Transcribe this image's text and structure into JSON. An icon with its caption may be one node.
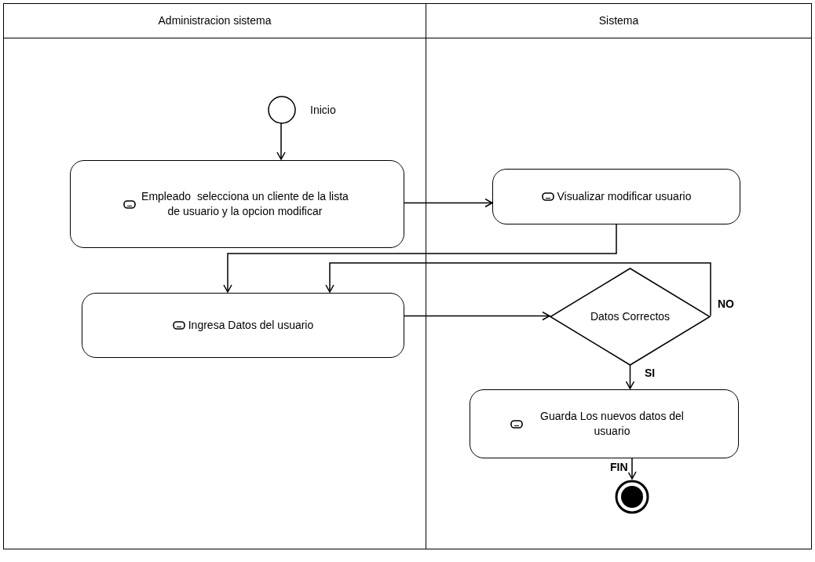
{
  "diagram": {
    "nodes": [
      {
        "text": [
          "Administracion sistema"
        ]
      },
      {
        "text": [
          "Sistema"
        ]
      },
      {
        "text": [],
        "shape": "circle",
        "in": 0,
        "beside": [
          "Inicio"
        ]
      },
      {
        "text": [
          "Empleado  selecciona un cliente de la lista de usuario y la opcion modificar"
        ],
        "in": 0
      },
      {
        "text": [
          "Visualizar modificar usuario"
        ],
        "in": 1
      },
      {
        "text": [
          "Ingresa Datos del usuario"
        ],
        "in": 0
      },
      {
        "text": [
          "Datos Correctos"
        ],
        "in": 1
      },
      {
        "text": [
          "Guarda Los nuevos datos del usuario"
        ],
        "in": 1
      },
      {
        "text": [],
        "shape": "bullseye",
        "in": 1
      }
    ],
    "edges": [
      {
        "from": 2,
        "to": 3,
        "arrow": "to"
      },
      {
        "from": 3,
        "to": 4,
        "arrow": "to"
      },
      {
        "from": 4,
        "to": 5,
        "arrow": "to"
      },
      {
        "from": 6,
        "to": 5,
        "arrow": "to",
        "label": "NO"
      },
      {
        "from": 5,
        "to": 6,
        "arrow": "to"
      },
      {
        "from": 6,
        "to": 7,
        "arrow": "to",
        "label": "SI"
      },
      {
        "from": 7,
        "to": 8,
        "arrow": "to",
        "label": "FIN"
      }
    ]
  }
}
